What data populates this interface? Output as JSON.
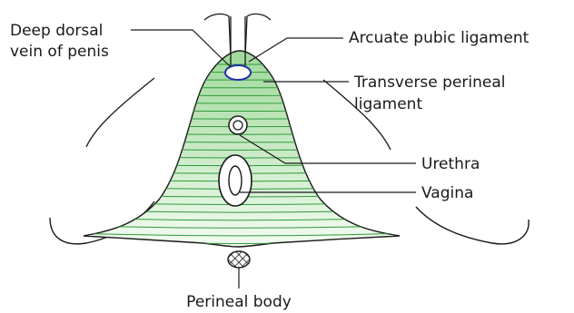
{
  "labels": {
    "deep_dorsal_vein_line1": "Deep dorsal",
    "deep_dorsal_vein_line2": "vein of penis",
    "arcuate_pubic_ligament": "Arcuate pubic ligament",
    "transverse_perineal_line1": "Transverse perineal",
    "transverse_perineal_line2": "ligament",
    "urethra": "Urethra",
    "vagina": "Vagina",
    "perineal_body": "Perineal body"
  },
  "colors": {
    "membrane_green": "#2e9b3a",
    "membrane_fill_top": "#9fd89a",
    "membrane_fill_bottom": "#f2fbf0",
    "vein_blue": "#1f2fa8",
    "outline": "#1a1a1a"
  }
}
